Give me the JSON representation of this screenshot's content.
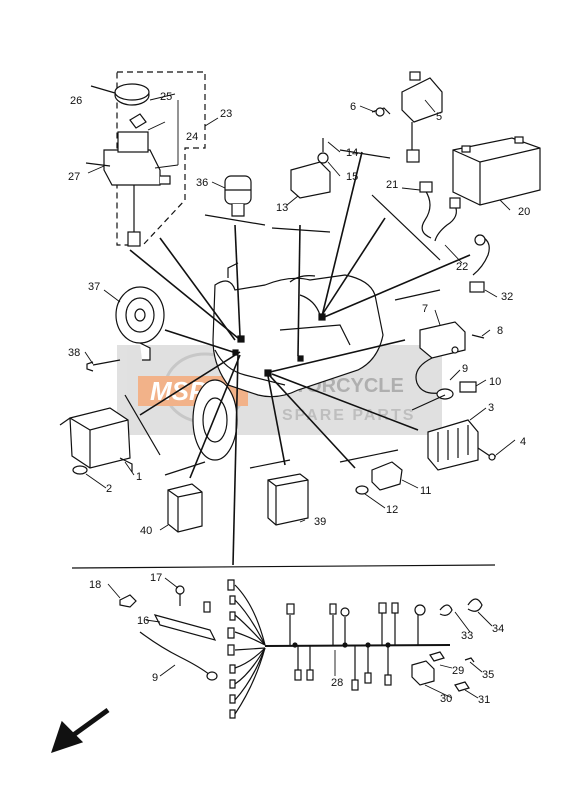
{
  "diagram": {
    "part_numbers": [
      "1",
      "2",
      "3",
      "4",
      "5",
      "6",
      "7",
      "8",
      "9",
      "10",
      "11",
      "12",
      "13",
      "14",
      "15",
      "16",
      "17",
      "18",
      "9",
      "20",
      "21",
      "22",
      "23",
      "24",
      "25",
      "26",
      "27",
      "28",
      "29",
      "30",
      "31",
      "32",
      "33",
      "34",
      "35",
      "36",
      "37",
      "38",
      "39",
      "40"
    ],
    "watermark": {
      "logo_text": "MSP",
      "line1": "MOTORCYCLE",
      "line2": "SPARE PARTS"
    },
    "colors": {
      "line": "#111111",
      "watermark_bg": "#c8c8c8",
      "watermark_logo": "#e8742a"
    },
    "icons": [
      "direction-arrow-icon"
    ]
  }
}
